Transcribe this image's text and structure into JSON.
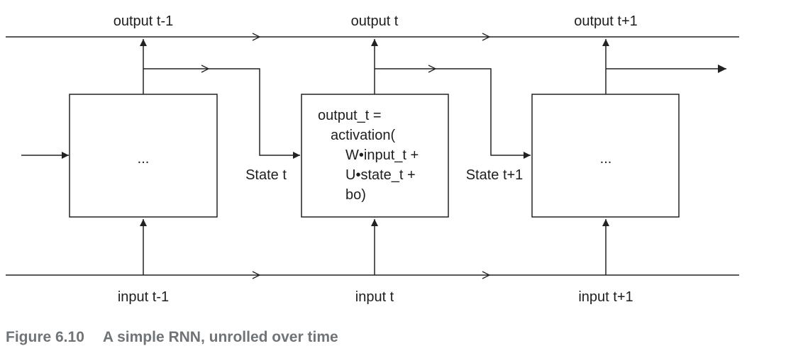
{
  "diagram": {
    "outputs": [
      "output t-1",
      "output t",
      "output t+1"
    ],
    "inputs": [
      "input t-1",
      "input t",
      "input t+1"
    ],
    "states": [
      "State t",
      "State t+1"
    ],
    "cells": {
      "left": "...",
      "middle": [
        "output_t =",
        "activation(",
        "W•input_t +",
        "U•state_t +",
        "bo)"
      ],
      "right": "..."
    }
  },
  "caption": {
    "number": "Figure 6.10",
    "text": "A simple RNN, unrolled over time"
  }
}
